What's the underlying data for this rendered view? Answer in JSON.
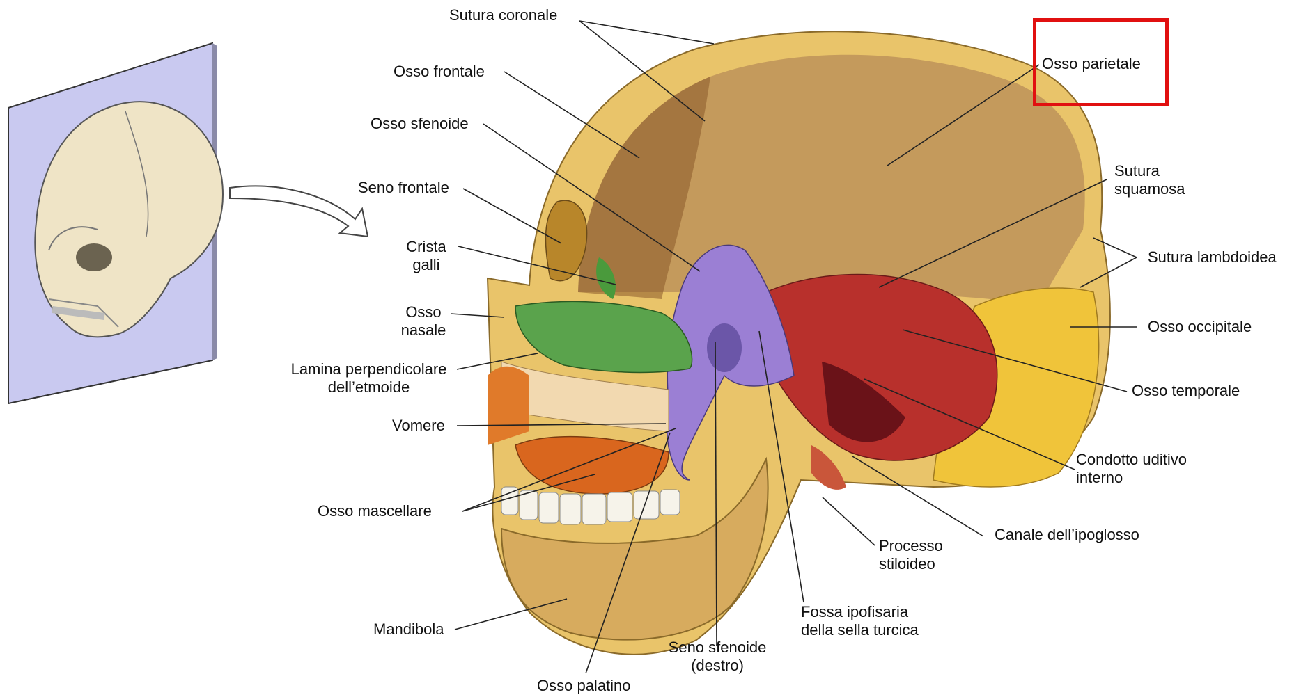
{
  "labels": {
    "sutura_coronale": "Sutura coronale",
    "osso_frontale": "Osso frontale",
    "osso_sfenoide": "Osso sfenoide",
    "seno_frontale": "Seno frontale",
    "crista_galli_1": "Crista",
    "crista_galli_2": "galli",
    "osso_nasale_1": "Osso",
    "osso_nasale_2": "nasale",
    "lamina_1": "Lamina perpendicolare",
    "lamina_2": "dell’etmoide",
    "vomere": "Vomere",
    "osso_mascellare": "Osso mascellare",
    "mandibola": "Mandibola",
    "osso_palatino": "Osso palatino",
    "seno_sfenoide_1": "Seno sfenoide",
    "seno_sfenoide_2": "(destro)",
    "fossa_1": "Fossa ipofisaria",
    "fossa_2": "della sella turcica",
    "processo_1": "Processo",
    "processo_2": "stiloideo",
    "canale_ipoglosso": "Canale dell’ipoglosso",
    "condotto_1": "Condotto uditivo",
    "condotto_2": "interno",
    "osso_temporale": "Osso temporale",
    "osso_occipitale": "Osso occipitale",
    "sutura_lambdoidea": "Sutura lambdoidea",
    "sutura_squamosa_1": "Sutura",
    "sutura_squamosa_2": "squamosa",
    "osso_parietale": "Osso parietale"
  },
  "colors": {
    "highlight": "#e11010",
    "bone_outer": "#e9c46a",
    "cranial_cavity": "#c49a5c",
    "sphenoid": "#9b7fd4",
    "ethmoid": "#5aa34c",
    "temporal": "#b8302c",
    "occipital": "#f0c43a",
    "maxilla": "#e07a2a",
    "skull_panel": "#c9c9f0"
  }
}
